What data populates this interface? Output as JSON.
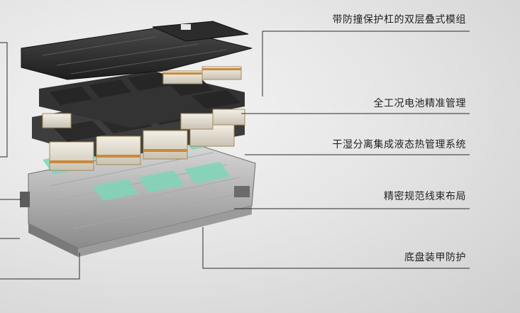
{
  "diagram": {
    "callouts": [
      {
        "id": "bumper-layer",
        "label": "带防撞保护杠的双层叠式模组"
      },
      {
        "id": "thermal-management",
        "label": "全工况电池精准管理"
      },
      {
        "id": "wet-dry-separation",
        "label": "干湿分离集成液态热管理系统"
      },
      {
        "id": "wiring-layout",
        "label": "精密规范线束布局"
      },
      {
        "id": "chassis-armor",
        "label": "底盘装甲防护"
      }
    ]
  }
}
